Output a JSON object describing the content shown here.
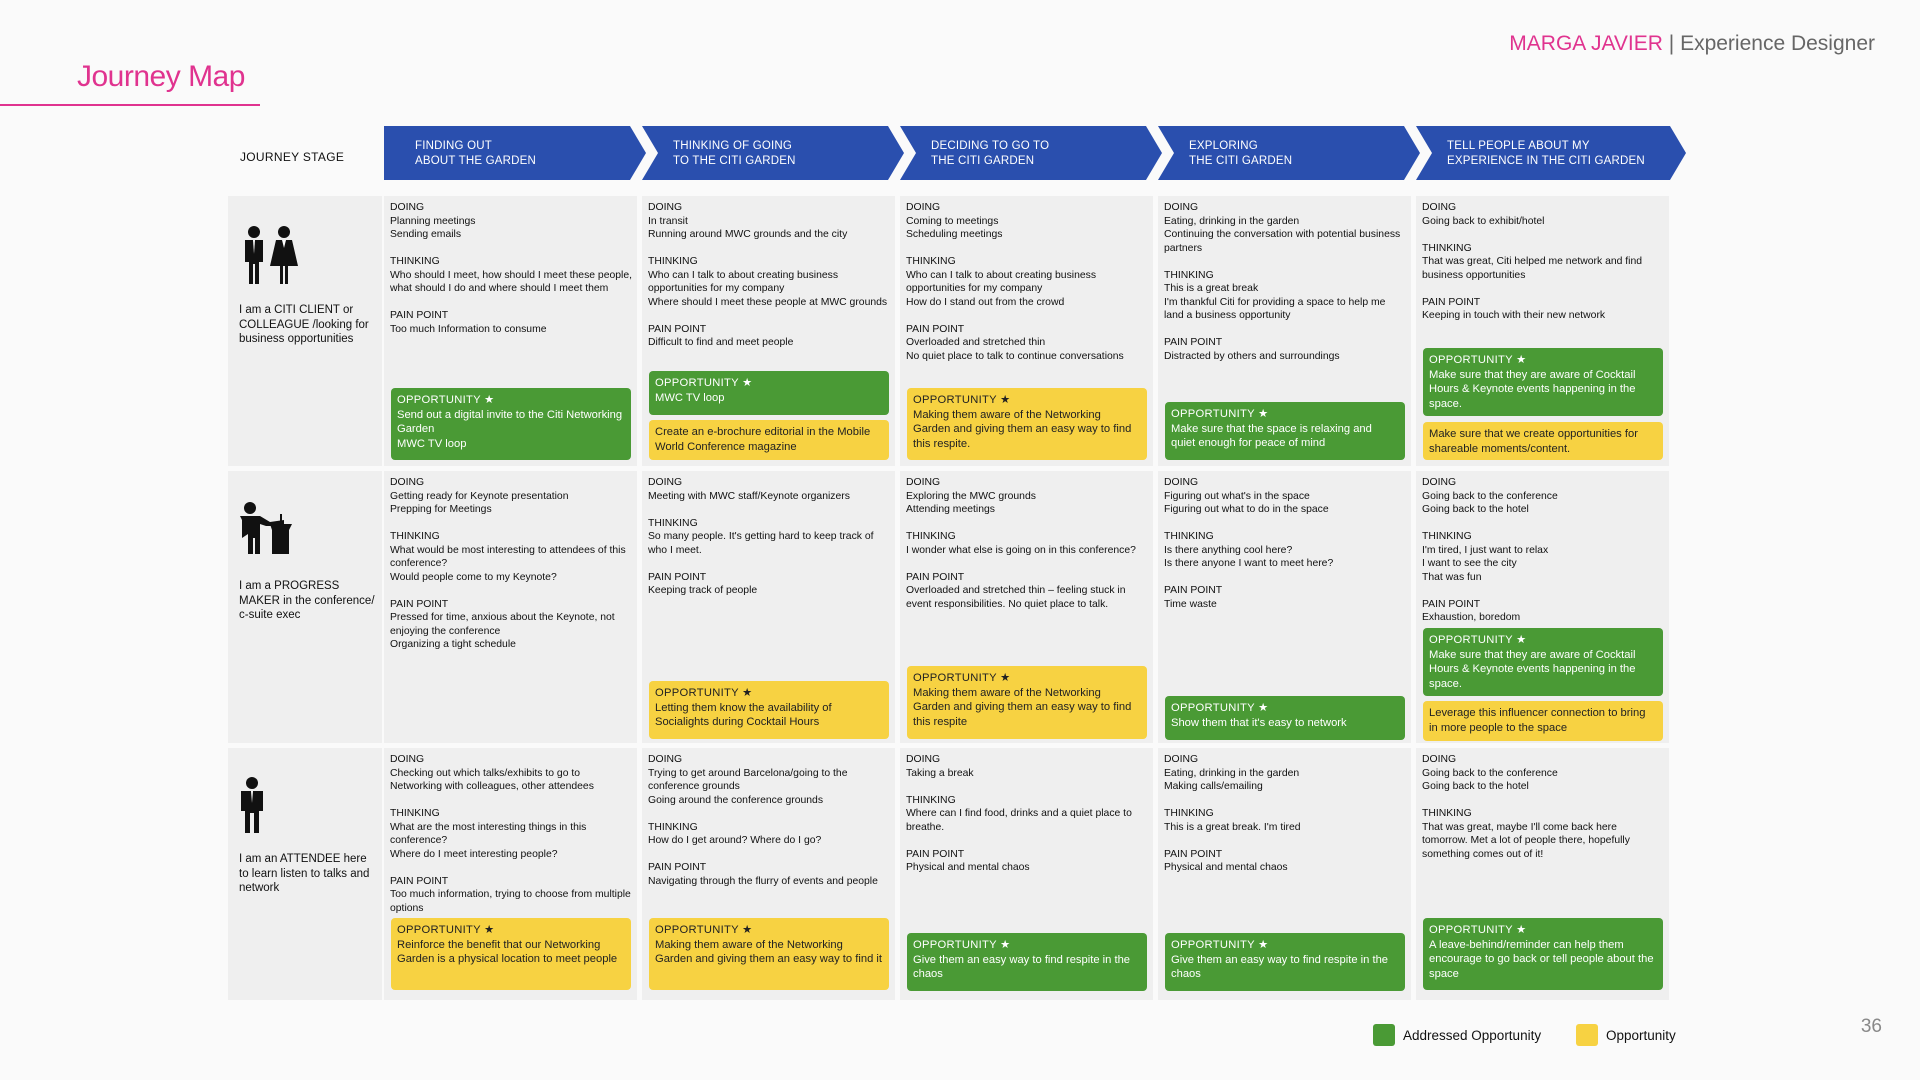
{
  "header": {
    "title": "Journey Map",
    "author_name": "MARGA JAVIER",
    "author_separator": " | ",
    "author_role": "Experience Designer"
  },
  "stage_label": "JOURNEY STAGE",
  "stages": [
    {
      "line1": "FINDING OUT",
      "line2": "ABOUT THE GARDEN"
    },
    {
      "line1": "THINKING OF GOING",
      "line2": "TO THE CITI GARDEN"
    },
    {
      "line1": "DECIDING TO GO TO",
      "line2": "THE CITI GARDEN"
    },
    {
      "line1": "EXPLORING",
      "line2": "THE CITI GARDEN"
    },
    {
      "line1": "TELL PEOPLE ABOUT MY",
      "line2": "EXPERIENCE IN THE CITI GARDEN"
    }
  ],
  "personas": [
    {
      "icon": "business-couple-icon",
      "text": "I am a CITI CLIENT or COLLEAGUE /looking for business opportunities"
    },
    {
      "icon": "speaker-at-podium-icon",
      "text": "I am a PROGRESS MAKER in the conference/ c-suite exec"
    },
    {
      "icon": "attendee-person-icon",
      "text": "I am an ATTENDEE here to learn listen to talks and network"
    }
  ],
  "cells": [
    [
      {
        "text": "DOING\nPlanning meetings\nSending emails\n\nTHINKING\nWho should I meet, how should I meet these people, what should I do and where should I meet them\n\nPAIN POINT\nToo much Information to consume",
        "opps": [
          {
            "type": "addressed",
            "heading": "OPPORTUNITY ★",
            "text": "Send out a digital invite to the Citi Networking Garden\nMWC TV loop"
          }
        ]
      },
      {
        "text": "DOING\nIn transit\nRunning around MWC grounds and the city\n\nTHINKING\nWho can I talk to about creating business opportunities for my company\nWhere should I meet these people at MWC grounds\n\nPAIN POINT\nDifficult to find and meet people",
        "opps": [
          {
            "type": "addressed",
            "heading": "OPPORTUNITY ★",
            "text": "MWC TV loop"
          },
          {
            "type": "open",
            "heading": "",
            "text": "Create an e-brochure editorial in the Mobile World Conference magazine"
          }
        ]
      },
      {
        "text": "DOING\nComing to meetings\nScheduling meetings\n\nTHINKING\nWho can I talk to about creating business opportunities for my company\nHow do I stand out from the crowd\n\nPAIN POINT\nOverloaded and stretched thin\nNo quiet place to talk to continue conversations",
        "opps": [
          {
            "type": "open",
            "heading": "OPPORTUNITY ★",
            "text": "Making them aware of the Networking Garden and giving them an easy way to find this respite."
          }
        ]
      },
      {
        "text": "DOING\nEating, drinking in the garden\nContinuing the conversation with potential business partners\n\nTHINKING\nThis is a great break\nI'm thankful Citi for providing a space to help me land a business opportunity\n\nPAIN POINT\nDistracted by others and surroundings",
        "opps": [
          {
            "type": "addressed",
            "heading": "OPPORTUNITY ★",
            "text": "Make sure that the space is relaxing and quiet enough for peace of mind"
          }
        ]
      },
      {
        "text": "DOING\nGoing back to exhibit/hotel\n\nTHINKING\nThat was great, Citi helped me network and find business opportunities\n\nPAIN POINT\nKeeping in touch with their new network",
        "opps": [
          {
            "type": "addressed",
            "heading": "OPPORTUNITY ★",
            "text": "Make sure that they are aware of Cocktail Hours & Keynote events happening in the space."
          },
          {
            "type": "open",
            "heading": "",
            "text": "Make sure that we create opportunities for shareable moments/content."
          }
        ]
      }
    ],
    [
      {
        "text": "DOING\nGetting ready for Keynote presentation\nPrepping for Meetings\n\nTHINKING\nWhat would be most interesting to attendees of this conference?\nWould people come to my Keynote?\n\nPAIN POINT\nPressed for time, anxious about the Keynote, not enjoying the conference\nOrganizing a tight schedule",
        "opps": []
      },
      {
        "text": "DOING\nMeeting with MWC staff/Keynote organizers\n\nTHINKING\nSo many people. It's getting hard to keep track of who I meet.\n\nPAIN POINT\nKeeping track of people",
        "opps": [
          {
            "type": "open",
            "heading": "OPPORTUNITY ★",
            "text": "Letting them know the availability of Socialights during Cocktail Hours"
          }
        ]
      },
      {
        "text": "DOING\nExploring the MWC grounds\nAttending meetings\n\nTHINKING\nI wonder what else is going on in this conference?\n\nPAIN POINT\nOverloaded and stretched thin – feeling stuck in event responsibilities. No quiet place to talk.",
        "opps": [
          {
            "type": "open",
            "heading": "OPPORTUNITY ★",
            "text": "Making them aware of the Networking Garden and giving them an easy way to find this respite"
          }
        ]
      },
      {
        "text": "DOING\nFiguring out what's in the space\nFiguring out what to do in the space\n\nTHINKING\nIs there anything cool here?\nIs there anyone I want to meet here?\n\nPAIN POINT\nTime waste",
        "opps": [
          {
            "type": "addressed",
            "heading": "OPPORTUNITY ★",
            "text": "Show them that it's easy to network"
          }
        ]
      },
      {
        "text": "DOING\nGoing back to the conference\nGoing back to the hotel\n\nTHINKING\nI'm tired, I just want to relax\nI want to see the city\nThat was fun\n\nPAIN POINT\nExhaustion, boredom",
        "opps": [
          {
            "type": "addressed",
            "heading": "OPPORTUNITY ★",
            "text": "Make sure that they are aware of Cocktail Hours & Keynote events happening in the space."
          },
          {
            "type": "open",
            "heading": "",
            "text": "Leverage this influencer connection to bring in more people to the space"
          }
        ]
      }
    ],
    [
      {
        "text": "DOING\nChecking out which talks/exhibits to go to\nNetworking with colleagues, other attendees\n\nTHINKING\nWhat are the most interesting things in this conference?\nWhere do I meet interesting people?\n\nPAIN POINT\nToo much information, trying to choose from multiple options",
        "opps": [
          {
            "type": "open",
            "heading": "OPPORTUNITY ★",
            "text": "Reinforce the benefit that our Networking Garden is a physical location to meet people"
          }
        ]
      },
      {
        "text": "DOING\nTrying to get around Barcelona/going to the conference grounds\nGoing around the conference grounds\n\nTHINKING\nHow do I get around? Where do I go?\n\nPAIN POINT\nNavigating through the flurry of events and people",
        "opps": [
          {
            "type": "open",
            "heading": "OPPORTUNITY ★",
            "text": "Making them aware of the Networking Garden and giving them an easy way to find it"
          }
        ]
      },
      {
        "text": "DOING\nTaking a break\n\nTHINKING\nWhere can I find food, drinks and a quiet place to breathe.\n\nPAIN POINT\nPhysical and mental chaos",
        "opps": [
          {
            "type": "addressed",
            "heading": "OPPORTUNITY ★",
            "text": "Give them an easy way to find respite in the chaos"
          }
        ]
      },
      {
        "text": "DOING\nEating, drinking in the garden\nMaking calls/emailing\n\nTHINKING\nThis is a great break. I'm tired\n\nPAIN POINT\nPhysical and mental chaos",
        "opps": [
          {
            "type": "addressed",
            "heading": "OPPORTUNITY ★",
            "text": "Give them an easy way to find respite in the chaos"
          }
        ]
      },
      {
        "text": "DOING\nGoing back to the conference\nGoing back to the hotel\n\nTHINKING\nThat was great, maybe I'll come back here tomorrow. Met a lot of people there, hopefully something comes out of it!",
        "opps": [
          {
            "type": "addressed",
            "heading": "OPPORTUNITY ★",
            "text": "A leave-behind/reminder can help them encourage to go back or tell people about the space"
          }
        ]
      }
    ]
  ],
  "legend": {
    "addressed_label": "Addressed Opportunity",
    "open_label": "Opportunity",
    "addressed_color": "#4a9a35",
    "open_color": "#f7d242"
  },
  "page_number": "36"
}
